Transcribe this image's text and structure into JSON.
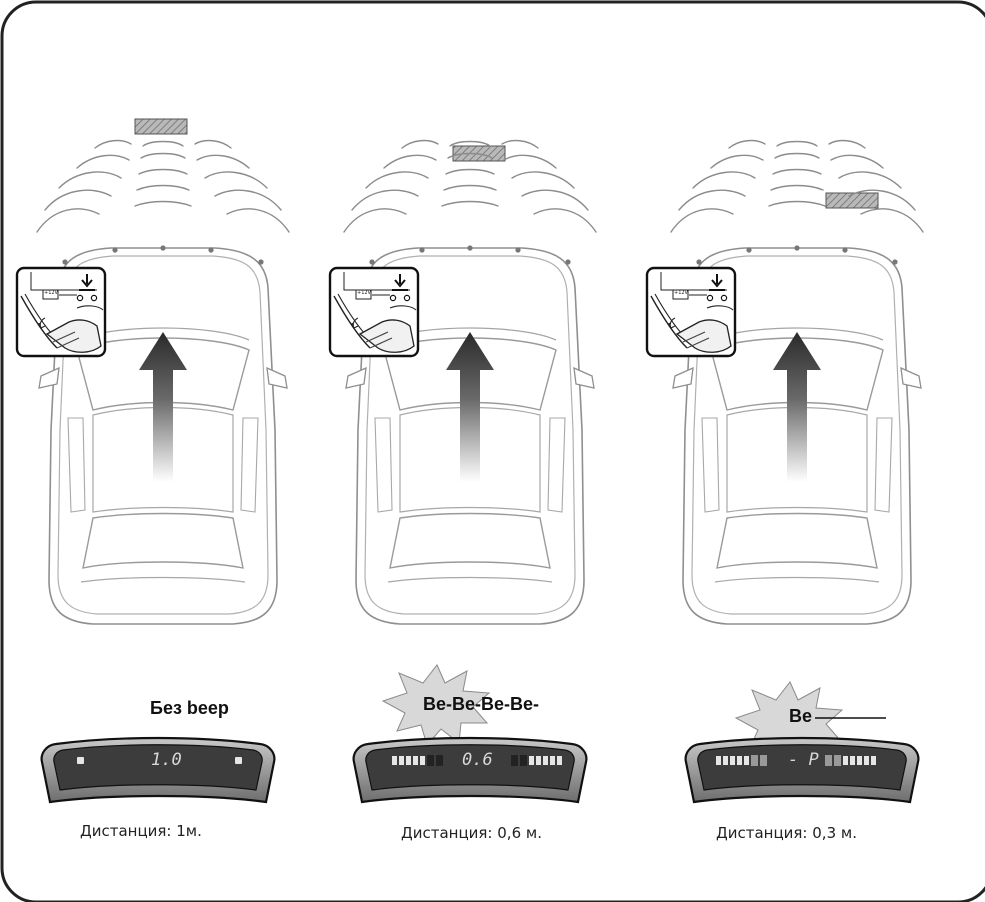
{
  "panels": [
    {
      "beep_text": "Без beep",
      "display_value": "1.0",
      "caption": "Дистанция: 1м."
    },
    {
      "beep_text": "Be-Be-Be-Be-",
      "display_value": "0.6",
      "caption": "Дистанция: 0,6 м."
    },
    {
      "beep_text": "Be",
      "display_value": "- P",
      "caption": "Дистанция: 0,3 м."
    }
  ],
  "inset_label": "+12V",
  "colors": {
    "frame": "#222222",
    "obstacle_fill": "#8a8a8a",
    "car_outline": "#9a9a9a",
    "display_body": "#444444"
  }
}
